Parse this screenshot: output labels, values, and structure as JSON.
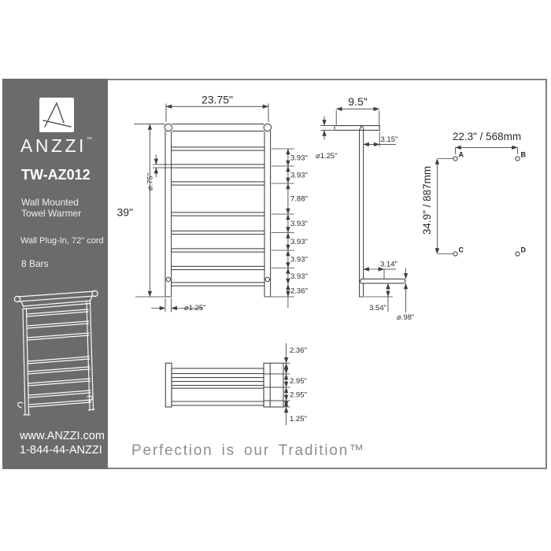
{
  "sidebar": {
    "brand": "ANZZI",
    "brand_tm": "™",
    "model": "TW-AZ012",
    "line1": "Wall Mounted",
    "line2": "Towel Warmer",
    "power": "Wall Plug-In, 72\" cord",
    "bars": "8 Bars",
    "website": "www.ANZZI.com",
    "phone": "1-844-44-ANZZI"
  },
  "tagline": {
    "text": "Perfection is our Tradition™"
  },
  "front": {
    "width": "23.75\"",
    "height": "39\"",
    "bar_dia": "⌀.75\"",
    "post_dia": "⌀1.25\"",
    "spacings": [
      "3.93\"",
      "3.93\"",
      "7.88\"",
      "3.93\"",
      "3.93\"",
      "3.93\"",
      "3.93\"",
      "2.36\""
    ]
  },
  "side": {
    "depth": "9.5\"",
    "top_offset": "3.15\"",
    "rail_dia": "⌀1.25\"",
    "bottom_offset": "3.14\"",
    "bottom_drop": "3.54\"",
    "bar_dia": "⌀.98\""
  },
  "mount": {
    "width": "22.3\" / 568mm",
    "height": "34.9\" / 887mm",
    "points": [
      "A",
      "B",
      "C",
      "D"
    ]
  },
  "bottom": {
    "dims": [
      "2.36\"",
      "2.95\"",
      "2.95\"",
      "1.25\""
    ]
  },
  "colors": {
    "sidebar_bg": "#6b6b6b",
    "frame_border": "#818181",
    "line": "#474747",
    "text": "#2b2b2b",
    "tagline": "#8e8e8e"
  }
}
